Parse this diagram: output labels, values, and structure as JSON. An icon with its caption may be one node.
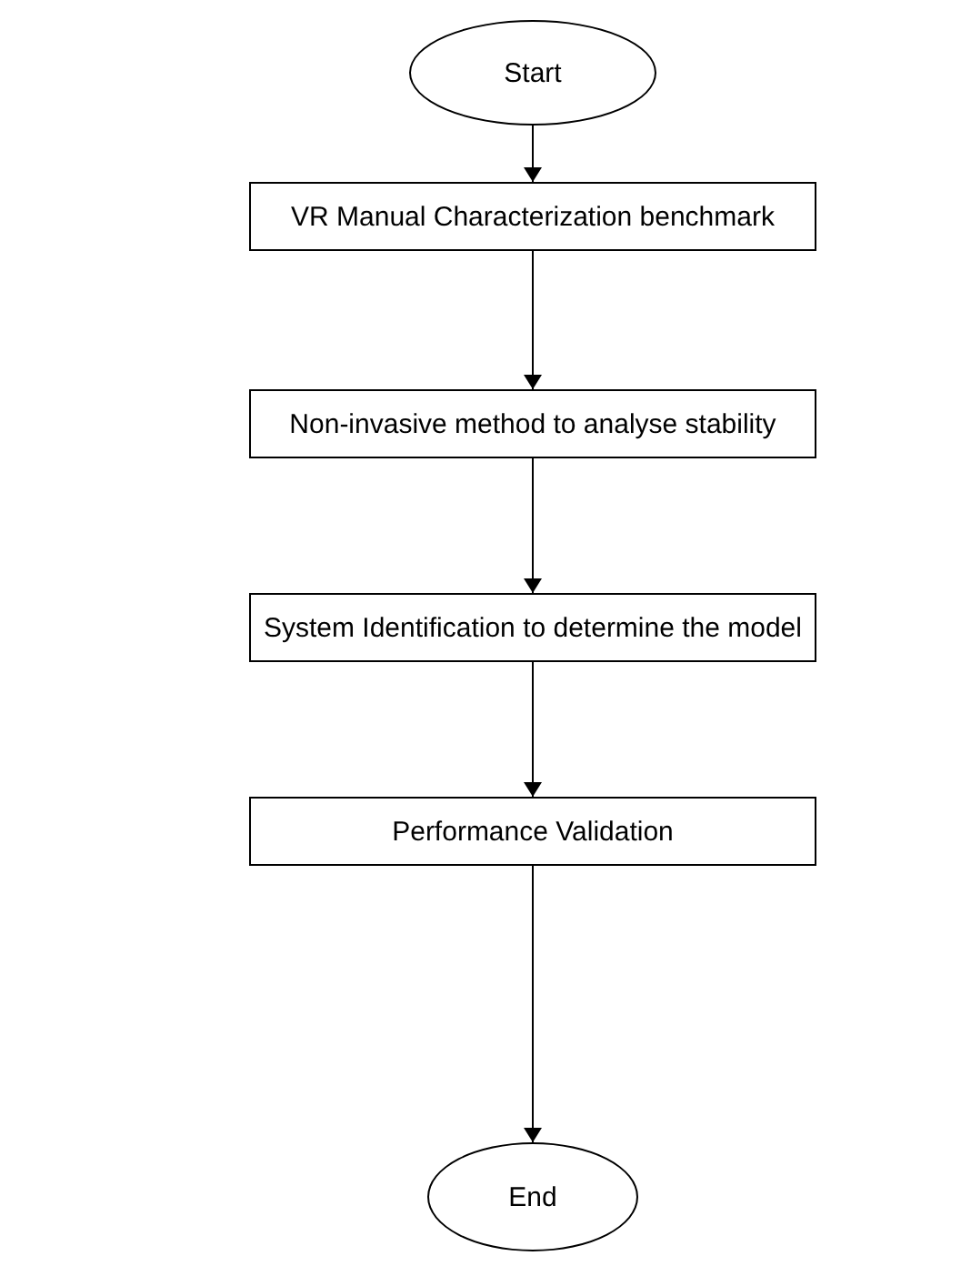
{
  "diagram": {
    "nodes": [
      {
        "text": [
          "Start"
        ]
      },
      {
        "text": [
          "VR Manual Characterization benchmark"
        ]
      },
      {
        "text": [
          "Non-invasive method to analyse stability"
        ]
      },
      {
        "text": [
          "System Identification to determine the model"
        ]
      },
      {
        "text": [
          "Performance Validation"
        ]
      },
      {
        "text": [
          "End"
        ]
      }
    ],
    "edges": [
      {
        "from": 0,
        "to": 1,
        "arrow": "to"
      },
      {
        "from": 1,
        "to": 2,
        "arrow": "to"
      },
      {
        "from": 2,
        "to": 3,
        "arrow": "to"
      },
      {
        "from": 3,
        "to": 4,
        "arrow": "to"
      },
      {
        "from": 4,
        "to": 5,
        "arrow": "to"
      }
    ]
  }
}
